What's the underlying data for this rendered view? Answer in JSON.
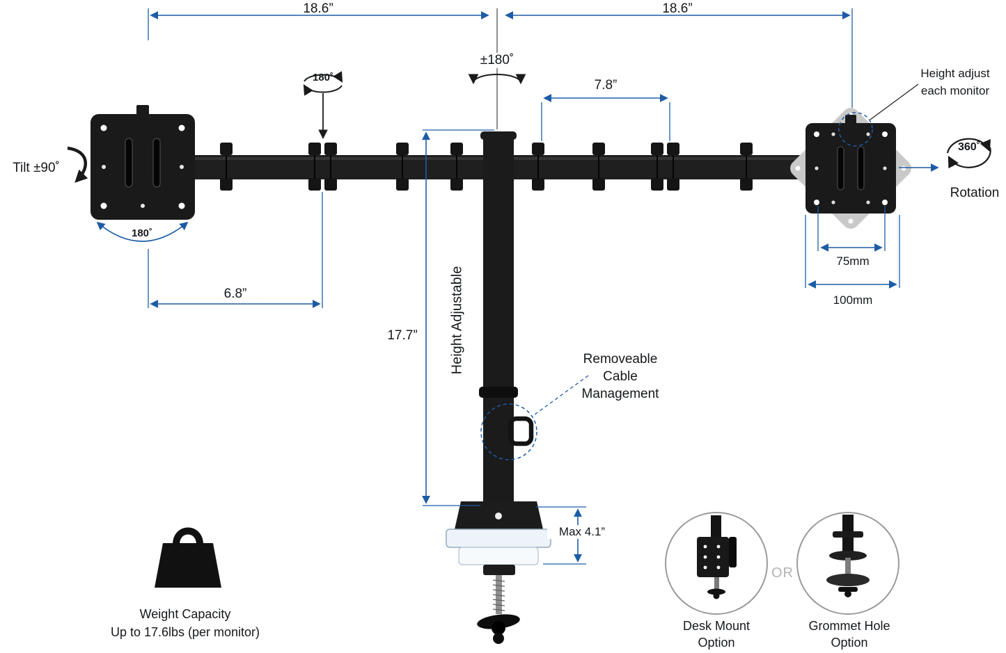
{
  "dimensions": {
    "left_arm_span": "18.6”",
    "right_arm_span": "18.6”",
    "center_swivel": "±180˚",
    "joint_swivel": "180˚",
    "segment_length": "7.8”",
    "plate_swivel": "180˚",
    "left_reach": "6.8”",
    "pole_height": "17.7”",
    "clamp_max": "Max 4.1”",
    "vesa_small": "75mm",
    "vesa_large": "100mm"
  },
  "annotations": {
    "tilt": "Tilt ±90˚",
    "height_adjust": [
      "Height adjust",
      "each monitor"
    ],
    "rotation_degrees": "360˚",
    "rotation_label": "Rotation",
    "height_adjustable": "Height Adjustable",
    "cable_management": [
      "Removeable",
      "Cable",
      "Management"
    ],
    "weight_capacity": [
      "Weight Capacity",
      "Up to 17.6lbs (per monitor)"
    ],
    "desk_mount_option": [
      "Desk Mount",
      "Option"
    ],
    "or": "OR",
    "grommet_option": [
      "Grommet Hole",
      "Option"
    ]
  },
  "colors": {
    "dimension_blue": "#1d5ca6",
    "ink": "#1a1a1a",
    "ghost_gray": "#c9c9c9"
  }
}
